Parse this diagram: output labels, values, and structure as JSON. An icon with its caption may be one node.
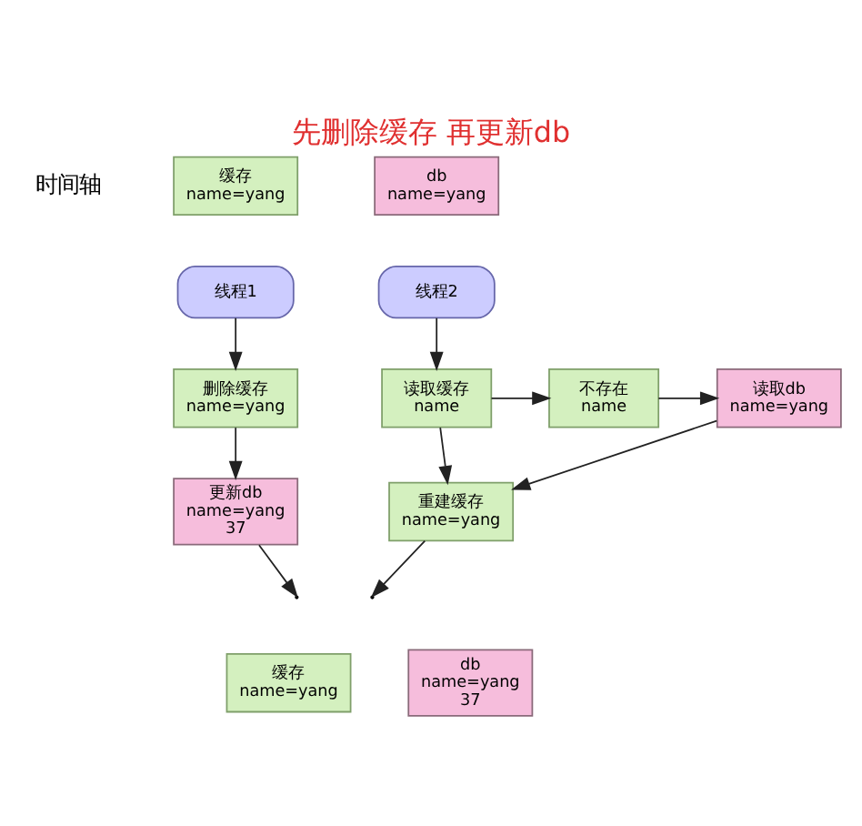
{
  "diagram": {
    "title": "先删除缓存 再更新db",
    "nodes": [
      {
        "text": [
          "缓存",
          "name=yang"
        ]
      },
      {
        "text": [
          "db",
          "name=yang"
        ]
      },
      {
        "text": [
          "线程1"
        ]
      },
      {
        "text": [
          "线程2"
        ]
      },
      {
        "text": [
          "删除缓存",
          "name=yang"
        ]
      },
      {
        "text": [
          "读取缓存",
          "name"
        ]
      },
      {
        "text": [
          "不存在",
          "name"
        ]
      },
      {
        "text": [
          "读取db",
          "name=yang"
        ]
      },
      {
        "text": [
          "重建缓存",
          "name=yang"
        ]
      },
      {
        "text": [
          "更新db",
          "name=yang",
          "37"
        ]
      },
      {
        "text": [
          "缓存",
          "name=yang"
        ]
      },
      {
        "text": [
          "db",
          "name=yang",
          "37"
        ]
      }
    ],
    "edges": [
      {
        "from": 2,
        "to": 4,
        "arrow": "to"
      },
      {
        "from": 4,
        "to": 9,
        "arrow": "to"
      },
      {
        "from": 9,
        "to": null,
        "arrow": "to"
      },
      {
        "from": 3,
        "to": 5,
        "arrow": "to"
      },
      {
        "from": 5,
        "to": 6,
        "arrow": "to"
      },
      {
        "from": 6,
        "to": 7,
        "arrow": "to"
      },
      {
        "from": 7,
        "to": 8,
        "arrow": "to"
      },
      {
        "from": 5,
        "to": 8,
        "arrow": "to"
      },
      {
        "from": 8,
        "to": null,
        "arrow": "to"
      }
    ],
    "labels": [
      "时间轴"
    ]
  }
}
